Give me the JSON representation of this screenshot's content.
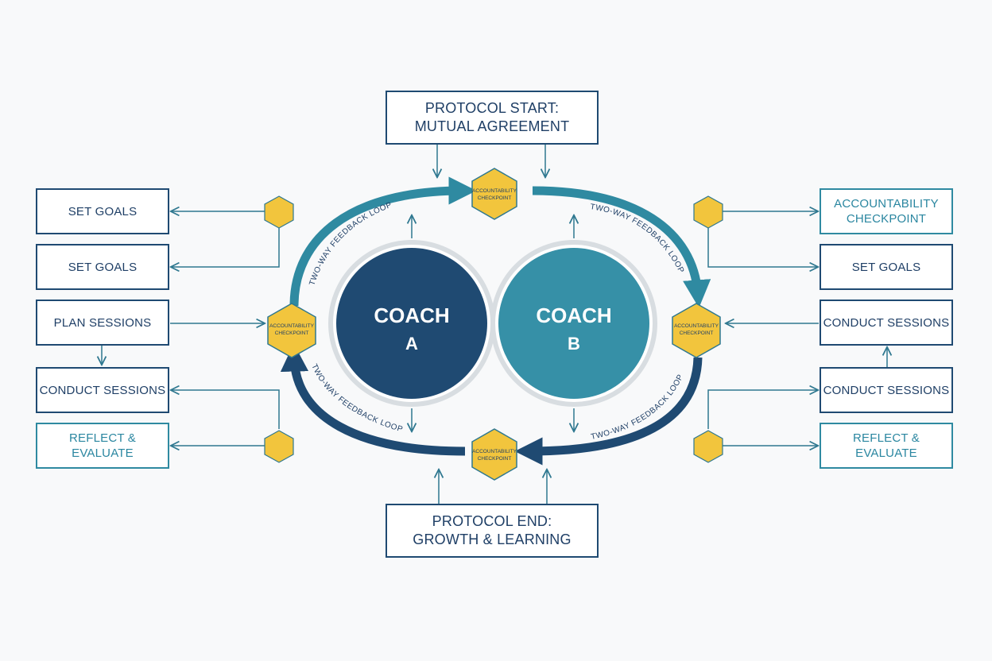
{
  "top_box": {
    "line1": "PROTOCOL START:",
    "line2": "MUTUAL AGREEMENT"
  },
  "bottom_box": {
    "line1": "PROTOCOL END:",
    "line2": "GROWTH & LEARNING"
  },
  "coach_a": {
    "line1": "COACH",
    "line2": "A"
  },
  "coach_b": {
    "line1": "COACH",
    "line2": "B"
  },
  "checkpoints": {
    "top": {
      "line1": "ACCOUNTABILITY",
      "line2": "CHECKPOINT"
    },
    "left": {
      "line1": "ACCOUNTABILITY",
      "line2": "CHECKPOINT"
    },
    "right": {
      "line1": "ACCOUNTABILITY",
      "line2": "CHECKPOINT"
    },
    "bottom": {
      "line1": "ACCOUNTABILITY",
      "line2": "CHECKPOINT"
    }
  },
  "loop_labels": {
    "top_left": "TWO-WAY FEEDBACK LOOP",
    "top_right": "TWO-WAY FEEDBACK LOOP",
    "bottom_left": "TWO-WAY FEEDBACK LOOP",
    "bottom_right": "TWO-WAY FEEDBACK LOOP"
  },
  "left_steps": [
    {
      "line1": "SET GOALS",
      "line2": ""
    },
    {
      "line1": "SET GOALS",
      "line2": ""
    },
    {
      "line1": "PLAN SESSIONS",
      "line2": ""
    },
    {
      "line1": "CONDUCT SESSIONS",
      "line2": ""
    },
    {
      "line1": "REFLECT &",
      "line2": "EVALUATE"
    }
  ],
  "right_steps": [
    {
      "line1": "ACCOUNTABILITY",
      "line2": "CHECKPOINT"
    },
    {
      "line1": "SET GOALS",
      "line2": ""
    },
    {
      "line1": "CONDUCT SESSIONS",
      "line2": ""
    },
    {
      "line1": "CONDUCT SESSIONS",
      "line2": ""
    },
    {
      "line1": "REFLECT &",
      "line2": "EVALUATE"
    }
  ],
  "colors": {
    "navy": "#1f4a72",
    "teal": "#2f8aa1",
    "gold": "#f2c53d",
    "coach_a_fill": "#1f4a72",
    "coach_b_fill": "#3690a7"
  }
}
